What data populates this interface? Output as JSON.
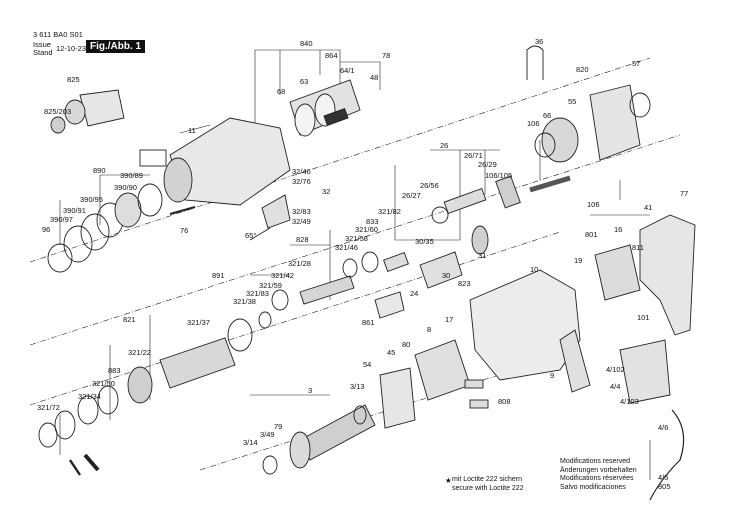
{
  "header": {
    "doc_number": "3 611 BA0 S01",
    "issue_label": "Issue",
    "stand_label": "Stand",
    "date": "12-10-23",
    "figure_tag": "Fig./Abb. 1"
  },
  "notes": [
    "Modifications reserved",
    "Änderungen vorbehalten",
    "Modifications réservées",
    "Salvo modificaciones"
  ],
  "loctite": {
    "line1": "mit Loctite 222 sichern",
    "line2": "secure with Loctite 222"
  },
  "callouts": [
    "840",
    "864",
    "78",
    "36",
    "825",
    "64/1",
    "48",
    "63",
    "68",
    "820",
    "57",
    "825/203",
    "55",
    "66",
    "106",
    "11",
    "26",
    "890",
    "390/89",
    "390/90",
    "390/95",
    "390/91",
    "390/97",
    "96",
    "76",
    "32/46",
    "32/76",
    "32",
    "32/83",
    "32/49",
    "65°",
    "26/71",
    "26/29",
    "26/56",
    "26/27",
    "106/105",
    "106",
    "77",
    "41",
    "321/82",
    "833",
    "321/60",
    "321/58",
    "321/46",
    "321/28",
    "828",
    "30/35",
    "31",
    "801",
    "16",
    "811",
    "19",
    "10",
    "891",
    "321/42",
    "321/59",
    "321/83",
    "321/38",
    "30",
    "823",
    "24",
    "861",
    "821",
    "321/37",
    "17",
    "8",
    "80",
    "45",
    "54",
    "101",
    "321/22",
    "883",
    "321/50",
    "321/34",
    "321/72",
    "3",
    "3/13",
    "3/49",
    "79",
    "3/14",
    "808",
    "9",
    "4/102",
    "4/4",
    "4/103",
    "4/6",
    "4/5",
    "805"
  ]
}
